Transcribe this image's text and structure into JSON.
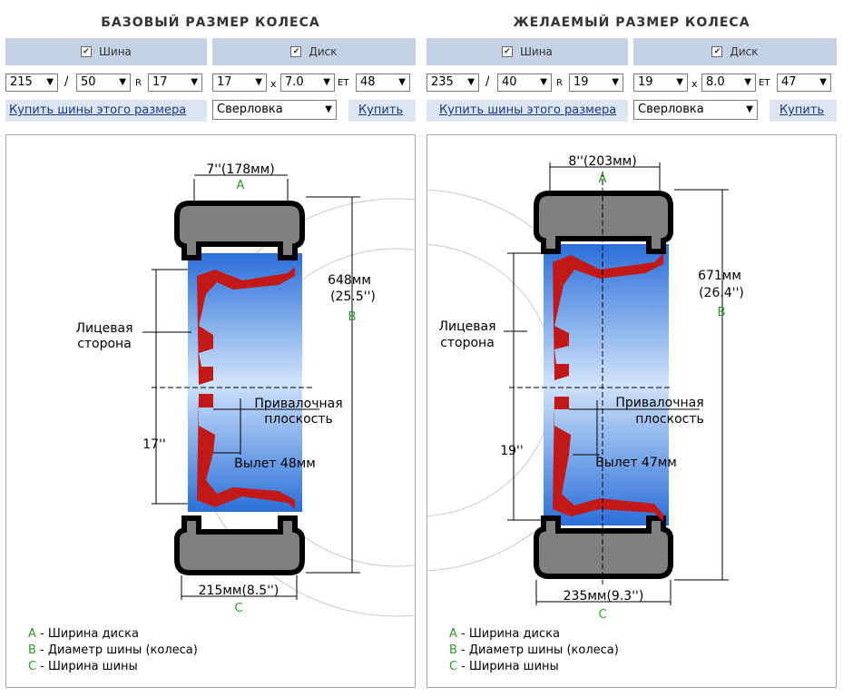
{
  "left": {
    "title": "БАЗОВЫЙ РАЗМЕР КОЛЕСА",
    "tire_label": "Шина",
    "disk_label": "Диск",
    "width": "215",
    "profile": "50",
    "r_label": "R",
    "radius": "17",
    "rim_diam": "17",
    "x_label": "x",
    "rim_width": "7.0",
    "et_label": "ET",
    "et": "48",
    "buy_link": "Купить шины этого размера",
    "drill": "Сверловка",
    "buy": "Купить",
    "dim_a": "7''(178мм)",
    "dim_b_mm": "648мм",
    "dim_b_in": "(25.5'')",
    "dim_c": "215мм(8.5'')",
    "rim_size": "17''",
    "offset": "Вылет 48мм"
  },
  "right": {
    "title": "ЖЕЛАЕМЫЙ РАЗМЕР КОЛЕСА",
    "tire_label": "Шина",
    "disk_label": "Диск",
    "width": "235",
    "profile": "40",
    "r_label": "R",
    "radius": "19",
    "rim_diam": "19",
    "x_label": "x",
    "rim_width": "8.0",
    "et_label": "ET",
    "et": "47",
    "buy_link": "Купить шины этого размера",
    "drill": "Сверловка",
    "buy": "Купить",
    "dim_a": "8''(203мм)",
    "dim_b_mm": "671мм",
    "dim_b_in": "(26.4'')",
    "dim_c": "235мм(9.3'')",
    "rim_size": "19''",
    "offset": "Вылет 47мм"
  },
  "common": {
    "letter_a": "A",
    "letter_b": "B",
    "letter_c": "C",
    "face_1": "Лицевая",
    "face_2": "сторона",
    "mount_1": "Привалочная",
    "mount_2": "плоскость",
    "legend_a": " - Ширина диска",
    "legend_b": " - Диаметр шины (колеса)",
    "legend_c": " - Ширина шины"
  },
  "colors": {
    "header_bg": "#c5d1e5",
    "tire": "#808080",
    "rim": "#c21818",
    "accent_green": "#2a9a2a",
    "link": "#1a3a8a"
  }
}
